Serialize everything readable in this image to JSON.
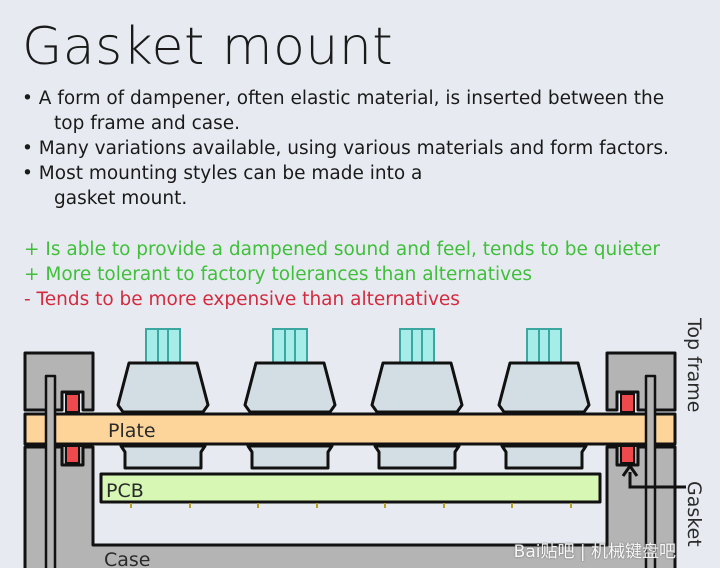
{
  "title": "Gasket mount",
  "bullets": [
    {
      "text": "• A form of dampener, often elastic material, is inserted between the",
      "cont": "top frame and case."
    },
    {
      "text": "• Many variations available, using various materials and form factors."
    },
    {
      "text": "• Most mounting styles can be made into a",
      "cont": "gasket mount."
    }
  ],
  "pros": [
    "+ Is able to provide a dampened sound and feel, tends to be quieter",
    "+ More tolerant to factory tolerances than alternatives"
  ],
  "cons": [
    "- Tends to be more expensive than alternatives"
  ],
  "diagram": {
    "plate_label": "Plate",
    "pcb_label": "PCB",
    "case_label": "Case",
    "top_frame_label": "Top frame",
    "gasket_label": "Gasket",
    "switch_count": 4,
    "colors": {
      "plate": "#fdd49a",
      "pcb": "#d6f8b4",
      "case": "#b4b4b4",
      "gasket": "#ee4a4e",
      "stem": "#a6ece8",
      "housing": "#d3dee4"
    }
  },
  "watermark": "Bai贴吧 | 机械键盘吧"
}
